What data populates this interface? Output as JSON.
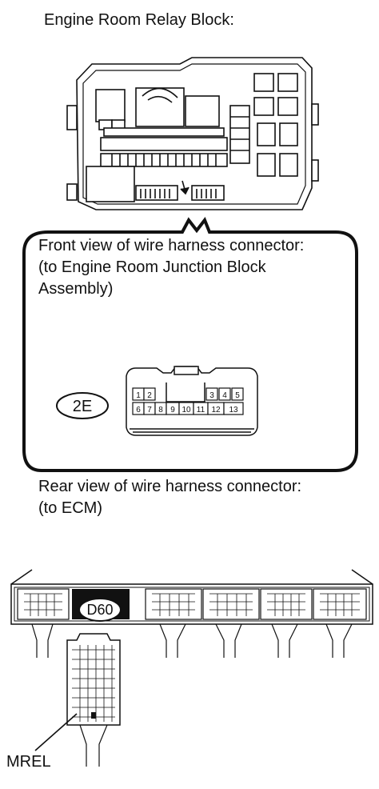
{
  "relay_block": {
    "title": "Engine Room Relay Block:"
  },
  "front_connector": {
    "caption_line1": "Front view of wire harness connector:",
    "caption_line2": "(to Engine Room Junction Block",
    "caption_line3": "Assembly)",
    "code": "2E",
    "pins_top": [
      "1",
      "2",
      "",
      "",
      "3",
      "4",
      "5"
    ],
    "pins_bottom": [
      "6",
      "7",
      "8",
      "9",
      "10",
      "11",
      "12",
      "13"
    ]
  },
  "ecm_connector": {
    "caption_line1": "Rear view of wire harness connector:",
    "caption_line2": "(to ECM)",
    "code": "D60",
    "terminal_label": "MREL"
  },
  "colors": {
    "line": "#111111",
    "fill": "#ffffff"
  }
}
